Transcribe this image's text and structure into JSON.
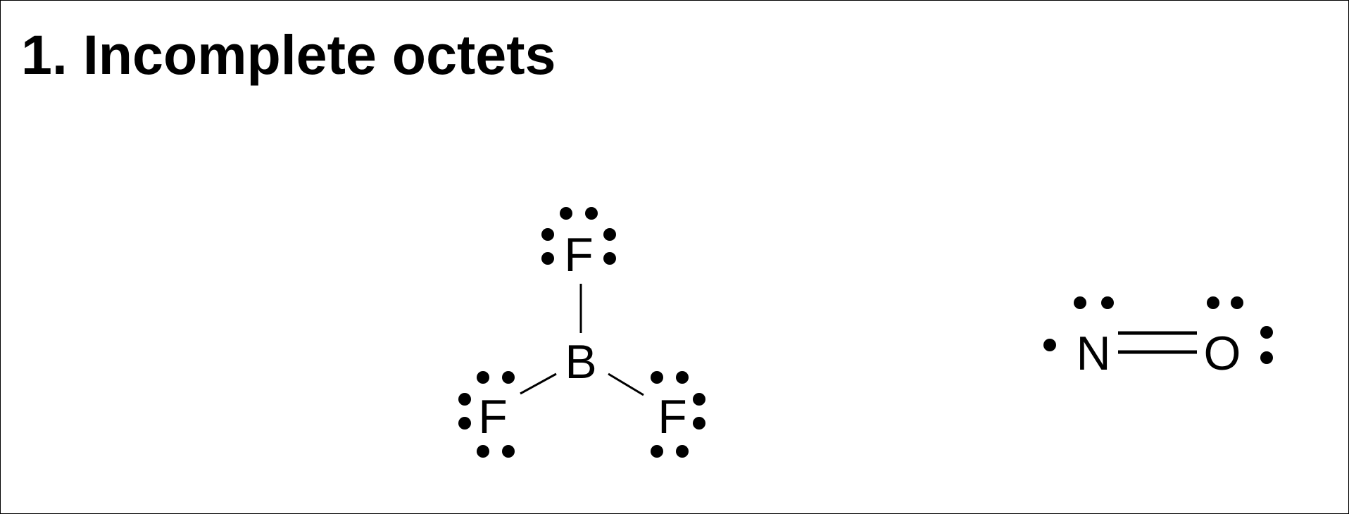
{
  "slide": {
    "title": "1.  Incomplete octets"
  },
  "structures": [
    {
      "name": "boron-trifluoride",
      "atoms": {
        "central": "B",
        "top": "F",
        "left": "F",
        "right": "F"
      }
    },
    {
      "name": "nitric-oxide",
      "atoms": {
        "left": "N",
        "right": "O"
      },
      "bond": "double"
    }
  ]
}
